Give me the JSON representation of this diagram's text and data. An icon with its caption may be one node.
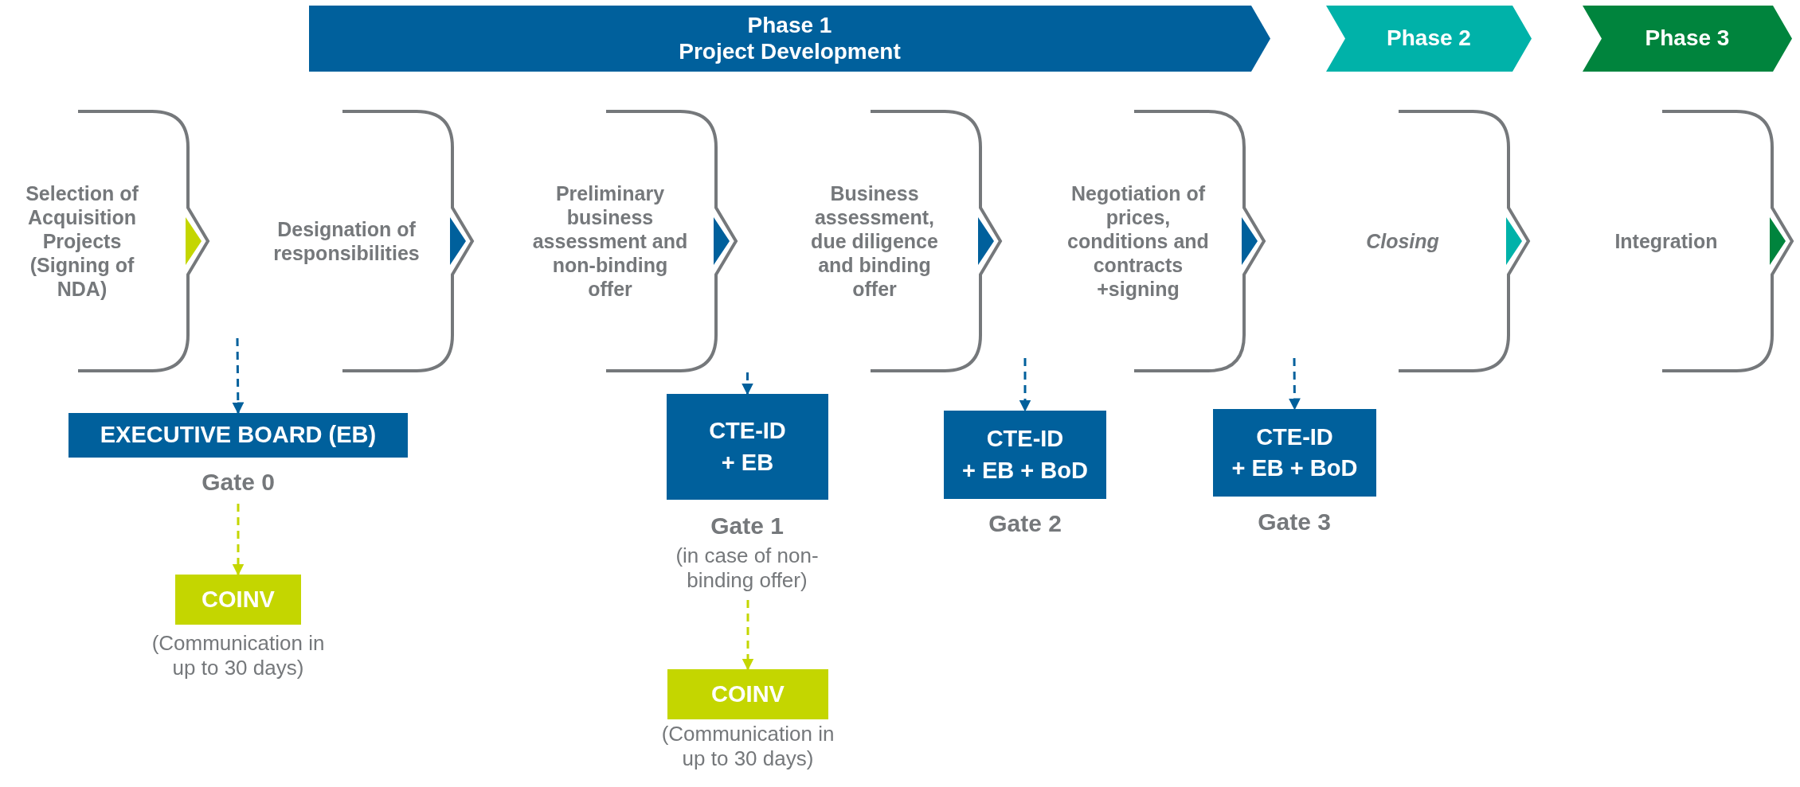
{
  "diagram": {
    "nodes": [
      {
        "text": [
          "Phase 1",
          "Project Development"
        ]
      },
      {
        "text": [
          "Phase 2"
        ]
      },
      {
        "text": [
          "Phase 3"
        ]
      },
      {
        "text": [
          "Selection of Acquisition Projects (Signing of NDA)"
        ]
      },
      {
        "text": [
          "Designation of responsibilities"
        ]
      },
      {
        "text": [
          "Preliminary business assessment and non-binding offer"
        ]
      },
      {
        "text": [
          "Business assessment, due diligence and binding offer"
        ]
      },
      {
        "text": [
          "Negotiation of prices, conditions and contracts +signing"
        ]
      },
      {
        "text": [
          "Closing"
        ]
      },
      {
        "text": [
          "Integration"
        ]
      },
      {
        "text": [
          "EXECUTIVE BOARD (EB)"
        ]
      },
      {
        "text": [
          "Gate 0"
        ]
      },
      {
        "text": [
          "CTE-ID + EB"
        ]
      },
      {
        "text": [
          "Gate 1",
          "(in case of non-binding offer)"
        ]
      },
      {
        "text": [
          "CTE-ID + EB + BoD"
        ]
      },
      {
        "text": [
          "Gate 2"
        ]
      },
      {
        "text": [
          "CTE-ID + EB + BoD"
        ]
      },
      {
        "text": [
          "Gate 3"
        ]
      },
      {
        "text": [
          "COINV"
        ],
        "beside": [
          "(Communication in up to 30 days)"
        ]
      },
      {
        "text": [
          "COINV"
        ],
        "beside": [
          "(Communication in up to 30 days)"
        ]
      }
    ],
    "edges": [
      {
        "from": null,
        "to": 10,
        "arrow": "to",
        "style": "dashed"
      },
      {
        "from": 11,
        "to": 18,
        "arrow": "to",
        "style": "dashed",
        "color": "#c4d600"
      },
      {
        "from": 5,
        "to": 12,
        "arrow": "to",
        "style": "dashed"
      },
      {
        "from": 13,
        "to": 19,
        "arrow": "to",
        "style": "dashed",
        "color": "#c4d600"
      },
      {
        "from": null,
        "to": 14,
        "arrow": "to",
        "style": "dashed"
      },
      {
        "from": null,
        "to": 16,
        "arrow": "to",
        "style": "dashed"
      }
    ]
  }
}
